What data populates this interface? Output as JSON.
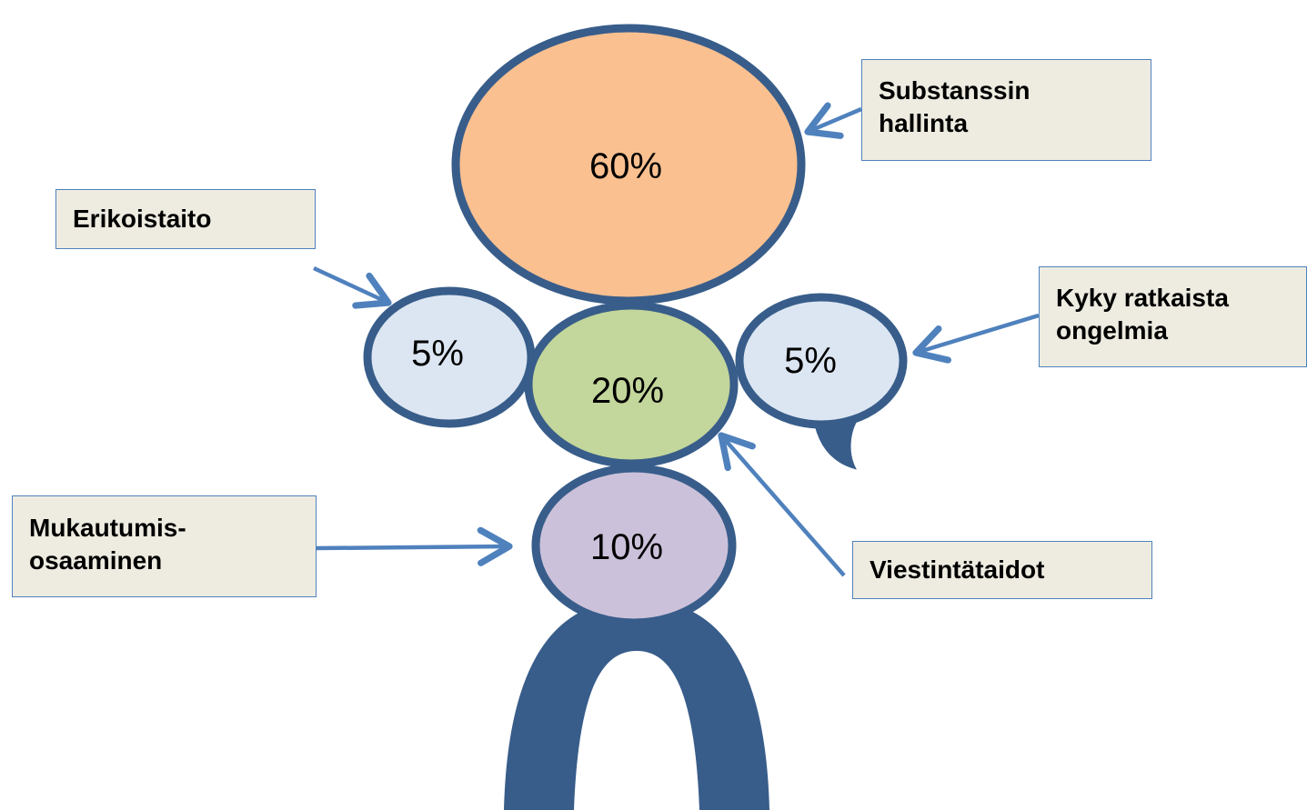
{
  "diagram": {
    "parts": {
      "head": {
        "value": "60%",
        "fill": "#fac090"
      },
      "left_hand": {
        "value": "5%",
        "fill": "#dce6f2"
      },
      "body": {
        "value": "20%",
        "fill": "#c3d69b"
      },
      "right_hand": {
        "value": "5%",
        "fill": "#dce6f2"
      },
      "lower_body": {
        "value": "10%",
        "fill": "#ccc1da"
      }
    },
    "outline_color": "#385d8a",
    "arrow_color": "#4f81bd",
    "labels": {
      "substance": "Substanssin\nhallinta",
      "specialty": "Erikoistaito",
      "problem_solving": "Kyky ratkaista\nongelmia",
      "adaptation": "Mukautumis-\nosaaminen",
      "communication": "Viestintätaidot"
    },
    "label_box_fill": "#eeece1"
  }
}
